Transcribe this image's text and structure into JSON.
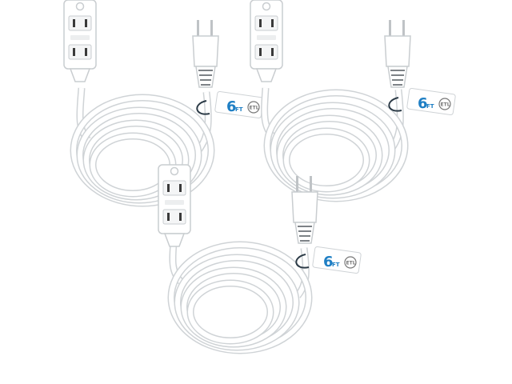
{
  "product": {
    "cords": [
      {
        "length_number": "6",
        "length_unit": "FT",
        "cert_mark": "ETL"
      },
      {
        "length_number": "6",
        "length_unit": "FT",
        "cert_mark": "ETL"
      },
      {
        "length_number": "6",
        "length_unit": "FT",
        "cert_mark": "ETL"
      }
    ],
    "colors": {
      "cord": "#ffffff",
      "outline": "#cfd3d6",
      "shadow": "#e9ecee",
      "slot": "#3a3a3a",
      "tag_text": "#1f7fc4",
      "tie": "#2b3a46"
    }
  }
}
